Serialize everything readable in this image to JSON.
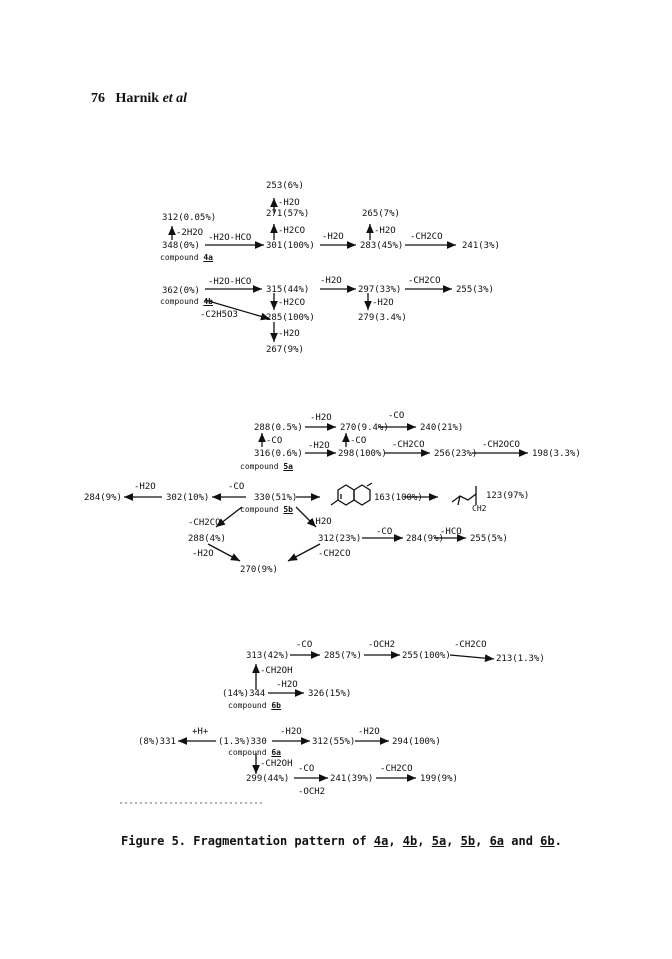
{
  "header": {
    "page": "76",
    "authors": "Harnik",
    "etal": "et al"
  },
  "scheme_4": {
    "m253": "253(6%)",
    "m271": "271(57%)",
    "m265": "265(7%)",
    "m312": "312(0.05%)",
    "m348": "348(0%)",
    "m301": "301(100%)",
    "m283": "283(45%)",
    "m241": "241(3%)",
    "compound_4a": "compound",
    "label_4a": "4a",
    "m362": "362(0%)",
    "m315": "315(44%)",
    "m297": "297(33%)",
    "m255": "255(3%)",
    "compound_4b": "compound",
    "label_4b": "4b",
    "m285": "285(100%)",
    "m279": "279(3.4%)",
    "m267": "267(9%)",
    "l_h2o_a": "-H2O",
    "l_h2co_a": "-H2CO",
    "l_2h2o": "-2H2O",
    "l_h2o_hco_a": "-H2O-HCO",
    "l_h2o_b": "-H2O",
    "l_h2o_c": "-H2O",
    "l_ch2co_a": "-CH2CO",
    "l_h2o_hco_b": "-H2O-HCO",
    "l_h2o_d": "-H2O",
    "l_ch2co_b": "-CH2CO",
    "l_h2co_b": "-H2CO",
    "l_c2h5o3": "-C2H5O3",
    "l_h2o_e": "-H2O",
    "l_h2o_f": "-H2O"
  },
  "scheme_5": {
    "m288": "288(0.5%)",
    "m270a": "270(9.4%)",
    "m240": "240(21%)",
    "m316": "316(0.6%)",
    "m298": "298(100%)",
    "m256": "256(23%)",
    "m198": "198(3.3%)",
    "compound_5a": "compound",
    "label_5a": "5a",
    "m284": "284(9%)",
    "m302": "302(10%)",
    "m330": "330(51%)",
    "m163": "163(100%)",
    "m123": "123(97%)",
    "compound_5b": "compound",
    "label_5b": "5b",
    "m288b": "288(4%)",
    "m312": "312(23%)",
    "m284b": "284(9%)",
    "m255": "255(5%)",
    "m270b": "270(9%)",
    "l_h2o_1": "-H2O",
    "l_co_1": "-CO",
    "l_co_2": "-CO",
    "l_h2o_2": "-H2O",
    "l_ch2co_1": "-CH2CO",
    "l_ch2oco": "-CH2OCO",
    "l_h2o_3": "-H2O",
    "l_co_3": "-CO",
    "l_ch2co_2": "-CH2CO",
    "l_h2o_4": "-H2O",
    "l_h2o_5": "-H2O",
    "l_co_4": "-CO",
    "l_hco": "-HCO",
    "l_ch2co_3": "-CH2CO",
    "l_ch2": "CH2"
  },
  "scheme_6": {
    "m313": "313(42%)",
    "m285": "285(7%)",
    "m255": "255(100%)",
    "m213": "213(1.3%)",
    "m344": "(14%)344",
    "m326": "326(15%)",
    "compound_6b": "compound",
    "label_6b": "6b",
    "m331": "(8%)331",
    "m330": "(1.3%)330",
    "m312": "312(55%)",
    "m294": "294(100%)",
    "compound_6a": "compound",
    "label_6a": "6a",
    "m299": "299(44%)",
    "m241": "241(39%)",
    "m199": "199(9%)",
    "l_co_1": "-CO",
    "l_och2_1": "-OCH2",
    "l_ch2co_1": "-CH2CO",
    "l_ch2oh_1": "-CH2OH",
    "l_h2o_1": "-H2O",
    "l_h": "+H+",
    "l_h2o_2": "-H2O",
    "l_h2o_3": "-H2O",
    "l_ch2oh_2": "-CH2OH",
    "l_co_2": "-CO",
    "l_ch2co_2": "-CH2CO",
    "l_och2_2": "-OCH2"
  },
  "caption": {
    "prefix": "Figure 5. Fragmentation pattern of",
    "c4a": "4a",
    "sep1": ",",
    "c4b": "4b",
    "sep2": ",",
    "c5a": "5a",
    "sep3": ",",
    "c5b": "5b",
    "sep4": ",",
    "c6a": "6a",
    "and": "and",
    "c6b": "6b",
    "end": "."
  }
}
